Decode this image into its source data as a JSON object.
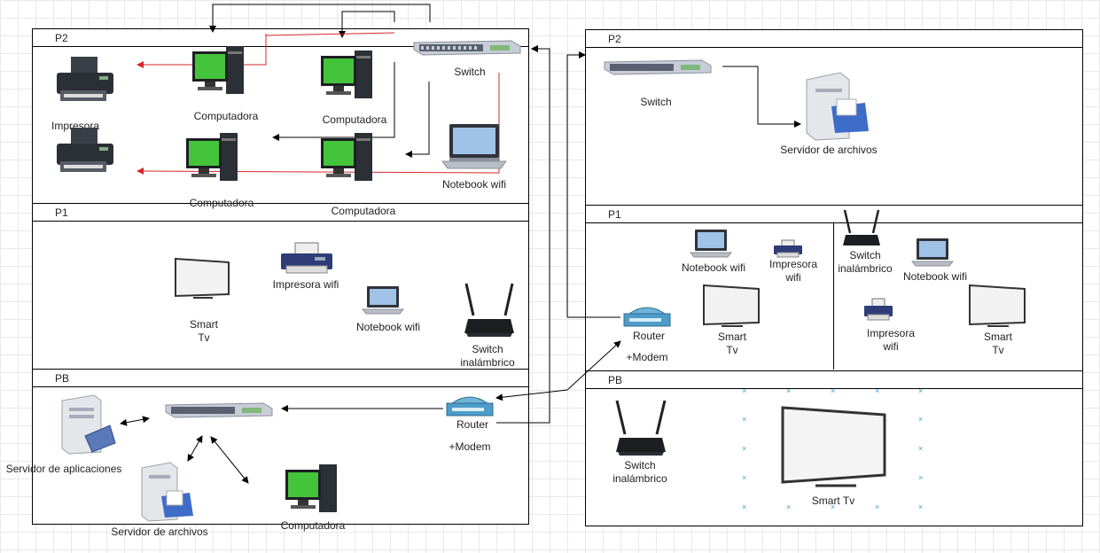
{
  "left_building": {
    "p2": {
      "title": "P2",
      "impresora": "Impresora",
      "computadora_1": "Computadora",
      "computadora_2": "Computadora",
      "computadora_3": "Computadora",
      "computadora_4": "Computadora",
      "switch": "Switch",
      "notebook": "Notebook wifi"
    },
    "p1": {
      "title": "P1",
      "smart_tv": "Smart\nTv",
      "impresora_wifi": "Impresora wifi",
      "notebook": "Notebook wifi",
      "switch_inal": "Switch\ninalámbrico"
    },
    "pb": {
      "title": "PB",
      "servidor_apps": "Servidor de aplicaciones",
      "servidor_archivos": "Servidor de archivos",
      "computadora": "Computadora",
      "router": "Router",
      "modem": "+Modem"
    }
  },
  "right_building": {
    "p2": {
      "title": "P2",
      "switch": "Switch",
      "servidor_archivos": "Servidor de archivos"
    },
    "p1": {
      "title": "P1",
      "notebook_1": "Notebook wifi",
      "impresora_1": "Impresora\nwifi",
      "switch_inal": "Switch\ninalámbrico",
      "notebook_2": "Notebook wifi",
      "router": "Router",
      "modem": "+Modem",
      "smart_tv_1": "Smart\nTv",
      "impresora_2": "Impresora\nwifi",
      "smart_tv_2": "Smart\nTv"
    },
    "pb": {
      "title": "PB",
      "switch_inal": "Switch\ninalámbrico",
      "smart_tv": "Smart Tv"
    }
  },
  "colors": {
    "connector": "#000000",
    "red_connector": "#d62728",
    "screen_green": "#44c43a",
    "grid": "#e9e9e9"
  }
}
